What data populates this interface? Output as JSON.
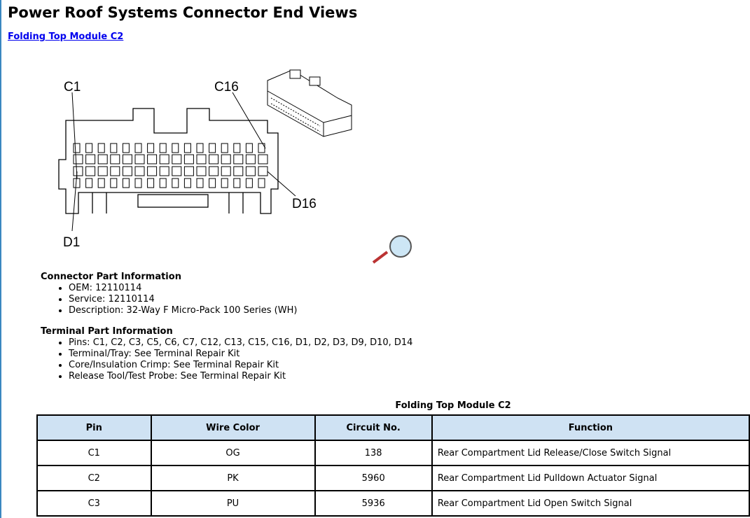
{
  "title": "Power Roof Systems Connector End Views",
  "link": "Folding Top Module C2",
  "diagram": {
    "labels": {
      "c1": "C1",
      "c16": "C16",
      "d1": "D1",
      "d16": "D16"
    }
  },
  "connector": {
    "heading": "Connector Part Information",
    "items": [
      "OEM: 12110114",
      "Service: 12110114",
      "Description: 32-Way F Micro-Pack 100 Series (WH)"
    ]
  },
  "terminal": {
    "heading": "Terminal Part Information",
    "items": [
      "Pins: C1, C2, C3, C5, C6, C7, C12, C13, C15, C16, D1, D2, D3, D9, D10, D14",
      "Terminal/Tray: See Terminal Repair Kit",
      "Core/Insulation Crimp: See Terminal Repair Kit",
      "Release Tool/Test Probe: See Terminal Repair Kit"
    ]
  },
  "table": {
    "caption": "Folding Top Module C2",
    "headers": [
      "Pin",
      "Wire Color",
      "Circuit No.",
      "Function"
    ],
    "rows": [
      [
        "C1",
        "OG",
        "138",
        "Rear Compartment Lid Release/Close Switch Signal"
      ],
      [
        "C2",
        "PK",
        "5960",
        "Rear Compartment Lid Pulldown Actuator Signal"
      ],
      [
        "C3",
        "PU",
        "5936",
        "Rear Compartment Lid Open Switch Signal"
      ]
    ]
  }
}
